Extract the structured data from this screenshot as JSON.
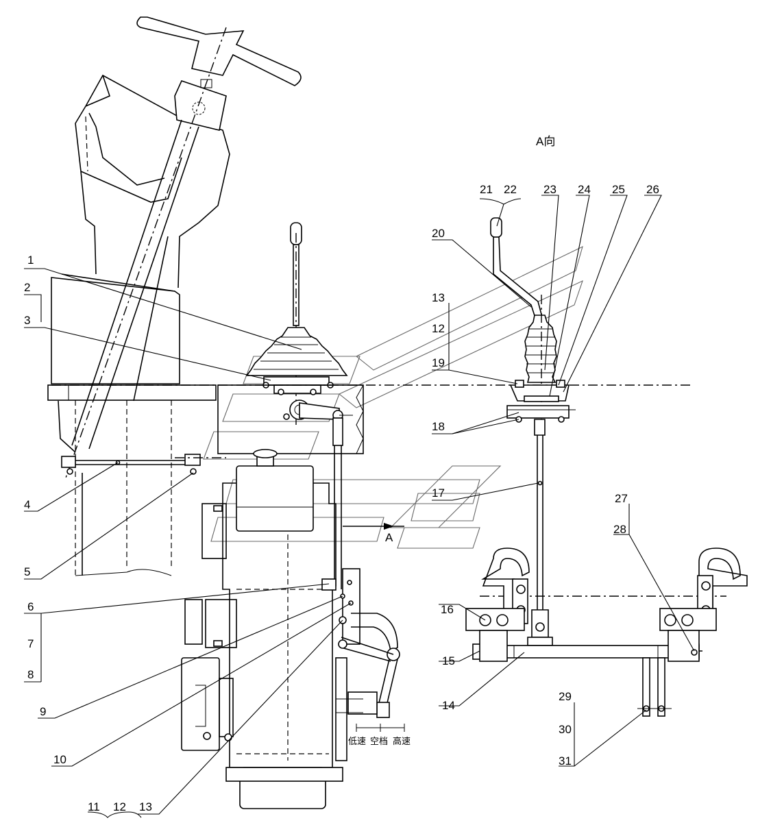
{
  "view_title": "A向",
  "view_marker": "A",
  "scale_labels": [
    "低速",
    "空档",
    "高速"
  ],
  "parts": {
    "p1": "1",
    "p2": "2",
    "p3": "3",
    "p4": "4",
    "p5": "5",
    "p6": "6",
    "p7": "7",
    "p8": "8",
    "p9": "9",
    "p10": "10",
    "p11": "11",
    "p12": "12",
    "p13": "13",
    "p14": "14",
    "p15": "15",
    "p16": "16",
    "p17": "17",
    "p18": "18",
    "p19": "19",
    "p20": "20",
    "p21": "21",
    "p22": "22",
    "p23": "23",
    "p24": "24",
    "p25": "25",
    "p26": "26",
    "p27": "27",
    "p28": "28",
    "p29": "29",
    "p30": "30",
    "p31": "31"
  }
}
